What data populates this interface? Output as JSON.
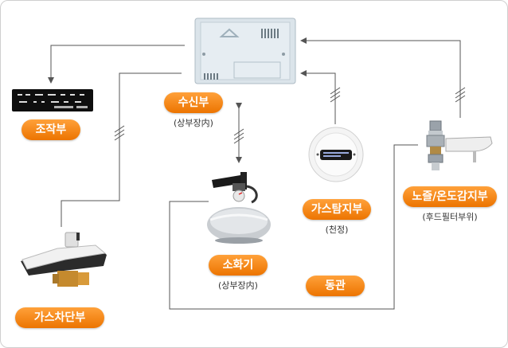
{
  "colors": {
    "accent": "#f7881c",
    "line": "#555555"
  },
  "components": {
    "receiver": {
      "label": "수신부",
      "sub": "(상부장内)",
      "icon": "receiver-panel-icon"
    },
    "control": {
      "label": "조작부",
      "icon": "control-panel-icon"
    },
    "extinguisher": {
      "label": "소화기",
      "sub": "(상부장内)",
      "icon": "fire-extinguisher-icon"
    },
    "gas_detector": {
      "label": "가스탐지부",
      "sub": "(천정)",
      "icon": "gas-detector-icon"
    },
    "nozzle_sensor": {
      "label": "노즐/온도감지부",
      "sub": "(후드필터부위)",
      "icon": "nozzle-sensor-icon"
    },
    "gas_valve": {
      "label": "가스차단부",
      "icon": "gas-shutoff-valve-icon"
    },
    "copper_pipe": {
      "label": "동관"
    }
  }
}
